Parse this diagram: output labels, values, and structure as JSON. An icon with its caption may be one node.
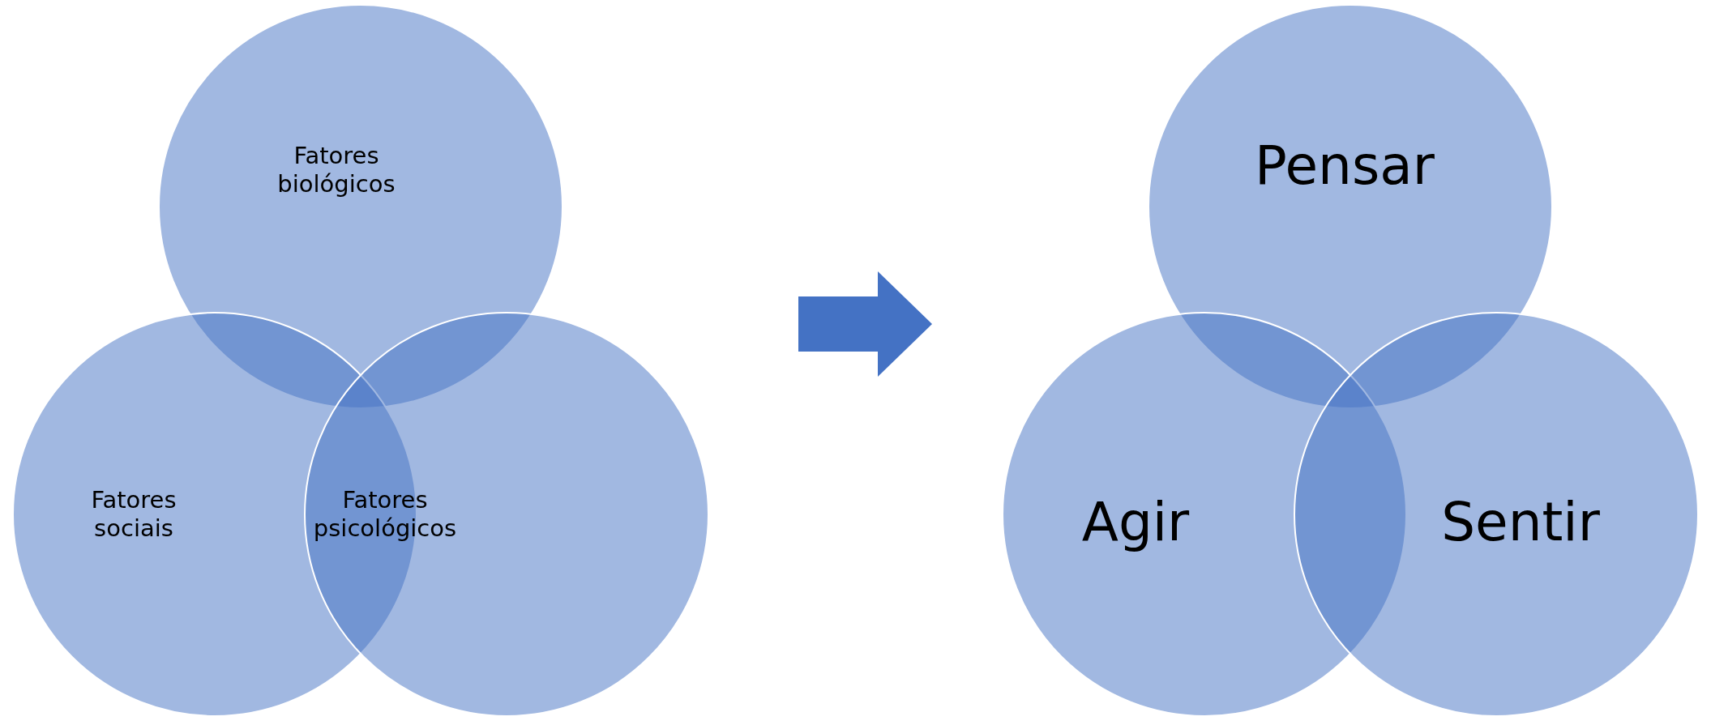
{
  "diagram": {
    "nodes": [
      {
        "text": [
          "Fatores biológicos"
        ]
      },
      {
        "text": [
          "Fatores sociais"
        ]
      },
      {
        "text": [
          "Fatores psicológicos"
        ]
      },
      {
        "text": [
          "Pensar"
        ]
      },
      {
        "text": [
          "Agir"
        ]
      },
      {
        "text": [
          "Sentir"
        ]
      }
    ]
  }
}
